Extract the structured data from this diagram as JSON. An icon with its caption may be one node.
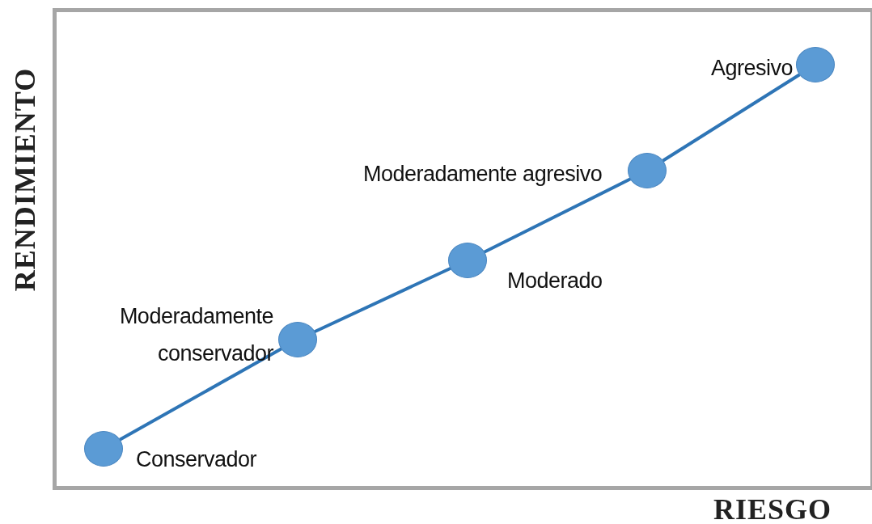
{
  "diagram": {
    "nodes": [
      {
        "text": [],
        "shape": "circle",
        "beside": [
          "Conservador"
        ]
      },
      {
        "text": [],
        "shape": "circle",
        "beside": [
          "Moderadamente conservador"
        ]
      },
      {
        "text": [],
        "shape": "circle",
        "beside": [
          "Moderado"
        ]
      },
      {
        "text": [],
        "shape": "circle",
        "beside": [
          "Moderadamente agresivo"
        ]
      },
      {
        "text": [],
        "shape": "circle",
        "beside": [
          "Agresivo"
        ]
      }
    ],
    "edges": [
      {
        "from": 0,
        "to": 1,
        "arrow": "none"
      },
      {
        "from": 1,
        "to": 2,
        "arrow": "none"
      },
      {
        "from": 2,
        "to": 3,
        "arrow": "none"
      },
      {
        "from": 3,
        "to": 4,
        "arrow": "none"
      }
    ],
    "labels": [
      "RENDIMIENTO",
      "RIESGO"
    ]
  }
}
